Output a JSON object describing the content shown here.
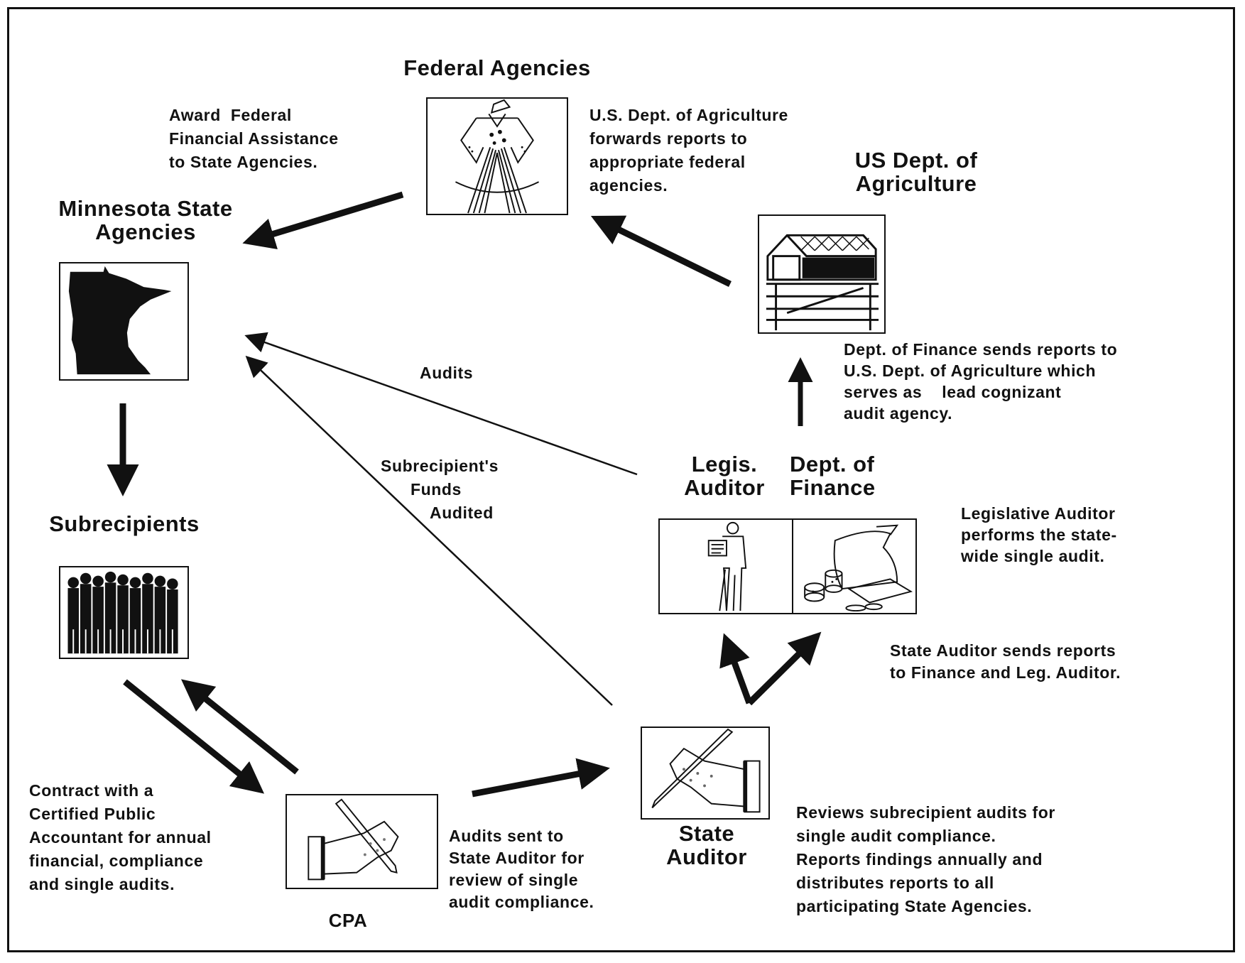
{
  "nodes": {
    "federal": {
      "title": "Federal Agencies",
      "icon": "uncle-sam-icon"
    },
    "minnesota": {
      "title": "Minnesota State\nAgencies",
      "icon": "minnesota-map-icon"
    },
    "usda": {
      "title": "US Dept. of\nAgriculture",
      "icon": "barn-icon"
    },
    "subrecipients": {
      "title": "Subrecipients",
      "icon": "crowd-icon"
    },
    "legis_auditor": {
      "title": "Legis.\nAuditor",
      "icon": "auditor-figure-icon"
    },
    "dept_finance": {
      "title": "Dept. of\nFinance",
      "icon": "money-bag-icon"
    },
    "cpa": {
      "title": "CPA",
      "icon": "hand-pencil-icon"
    },
    "state_auditor": {
      "title": "State\nAuditor",
      "icon": "hand-pencil-icon"
    }
  },
  "notes": {
    "award": "Award  Federal\nFinancial Assistance\nto State Agencies.",
    "usda_forwards": "U.S. Dept. of Agriculture\nforwards reports to\nappropriate federal\nagencies.",
    "finance_sends": "Dept. of Finance sends reports to\nU.S. Dept. of Agriculture which\nserves as    lead cognizant\naudit agency.",
    "audits": "Audits",
    "subrecipient_funds": "Subrecipient's\n      Funds\n          Audited",
    "legislative_performs": "Legislative Auditor\nperforms the state-\nwide single audit.",
    "state_sends": "State Auditor sends reports\nto Finance and Leg. Auditor.",
    "contract": "Contract with a\nCertified Public\nAccountant for annual\nfinancial, compliance\nand single audits.",
    "audits_sent": "Audits sent to\nState Auditor for\nreview of single\naudit compliance.",
    "reviews": "Reviews subrecipient audits for\nsingle audit compliance.\nReports findings annually and\ndistributes reports to all\nparticipating State Agencies."
  },
  "colors": {
    "ink": "#111111",
    "paper": "#ffffff"
  }
}
